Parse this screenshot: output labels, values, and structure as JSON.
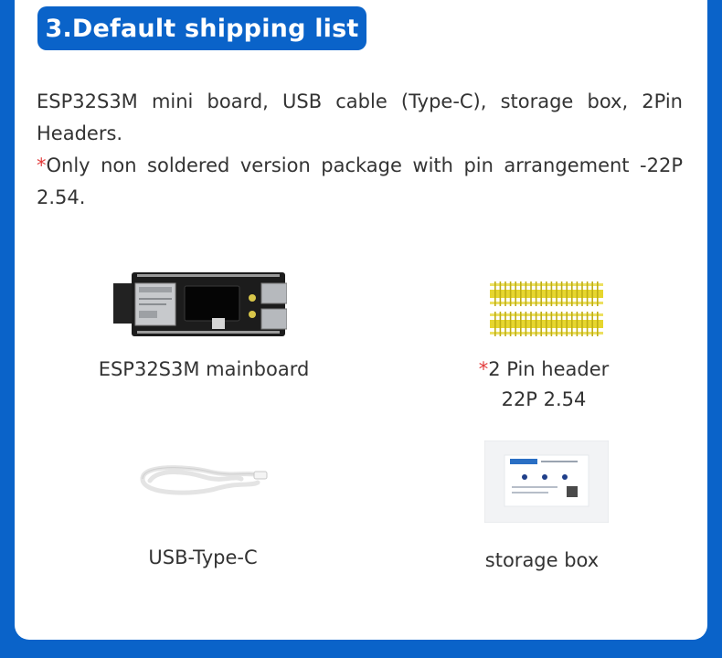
{
  "section": {
    "title": "3.Default shipping list",
    "description": "ESP32S3M mini board, USB cable (Type-C), storage box, 2Pin Headers.",
    "note_marker": "*",
    "note": "Only non soldered version package with pin arrangement -22P 2.54."
  },
  "items": [
    {
      "label": "ESP32S3M mainboard",
      "icon": "esp32-board-icon"
    },
    {
      "marker": "*",
      "label": "2 Pin header",
      "sublabel": "22P 2.54",
      "icon": "pin-header-icon"
    },
    {
      "label": "USB-Type-C",
      "icon": "usb-cable-icon"
    },
    {
      "label": "storage box",
      "icon": "storage-box-icon"
    }
  ],
  "colors": {
    "accent": "#0a63c9",
    "text": "#333333",
    "asterisk": "#e23b3b",
    "pin_gold": "#e8d830"
  }
}
